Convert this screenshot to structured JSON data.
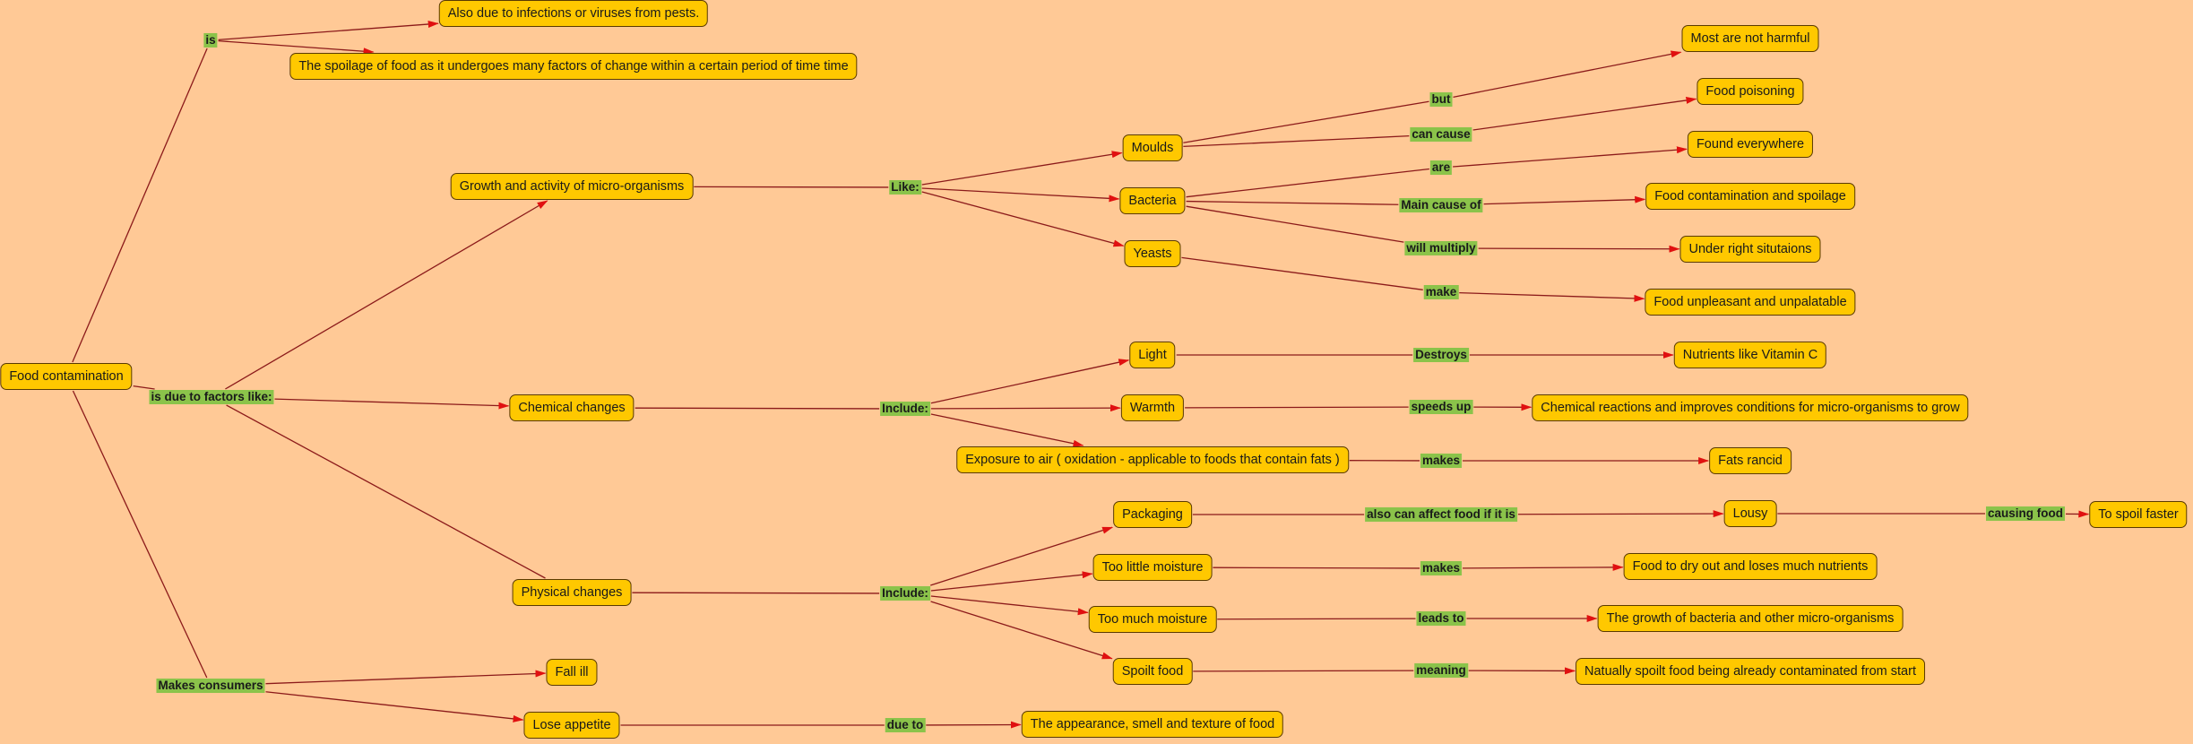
{
  "concepts": {
    "food_contamination": "Food contamination",
    "pests": "Also due to infections or viruses from pests.",
    "spoilage": "The spoilage of food as it undergoes many factors of change within a certain period of time time",
    "growth": "Growth and activity of micro-organisms",
    "chemical": "Chemical changes",
    "physical": "Physical changes",
    "fall_ill": "Fall ill",
    "lose_appetite": "Lose appetite",
    "moulds": "Moulds",
    "bacteria": "Bacteria",
    "yeasts": "Yeasts",
    "not_harmful": "Most are not harmful",
    "food_poisoning": "Food poisoning",
    "found_everywhere": "Found everywhere",
    "contam_spoilage": "Food contamination and spoilage",
    "right_situations": "Under right situtaions",
    "unpleasant": "Food unpleasant and unpalatable",
    "light": "Light",
    "warmth": "Warmth",
    "exposure": "Exposure to air ( oxidation - applicable to foods that contain fats )",
    "vitamin_c": "Nutrients like Vitamin C",
    "chem_reactions": "Chemical reactions and improves conditions for micro-organisms to grow",
    "fats_rancid": "Fats rancid",
    "packaging": "Packaging",
    "too_little": "Too little moisture",
    "too_much": "Too much moisture",
    "spoilt_food": "Spoilt food",
    "lousy": "Lousy",
    "spoil_faster": "To spoil faster",
    "dry_out": "Food to dry out and loses much nutrients",
    "growth_bacteria": "The growth of bacteria and other micro-organisms",
    "natually": "Natually spoilt food being already contaminated from start",
    "appearance": "The appearance, smell and texture of food"
  },
  "links": {
    "is": "is",
    "due_to_factors": "is due to factors like:",
    "makes_consumers": "Makes consumers",
    "like": "Like:",
    "include_chem": "Include:",
    "include_phys": "Include:",
    "but": "but",
    "can_cause": "can cause",
    "are": "are",
    "main_cause": "Main cause of",
    "will_multiply": "will multiply",
    "make": "make",
    "destroys": "Destroys",
    "speeds_up": "speeds up",
    "makes_fats": "makes",
    "also_affect": "also can affect food if it is",
    "causing_food": "causing food",
    "makes_dry": "makes",
    "leads_to": "leads to",
    "meaning": "meaning",
    "due_to": "due to"
  },
  "colors": {
    "background": "#FFC996",
    "concept_fill": "#FFC800",
    "concept_border": "#5A3A00",
    "link_label_fill": "#8BC34A",
    "line": "#8B1A1A",
    "arrow": "#E01010"
  }
}
